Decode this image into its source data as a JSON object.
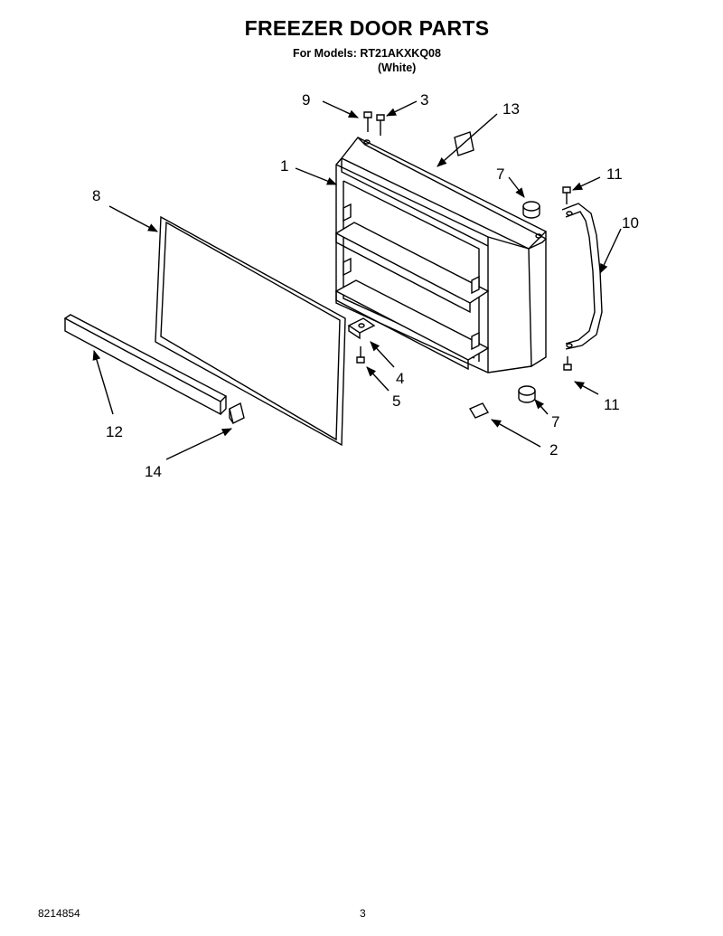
{
  "header": {
    "title": "FREEZER DOOR PARTS",
    "models": "For Models: RT21AKXKQ08",
    "color": "(White)"
  },
  "callouts": {
    "c1": "1",
    "c2": "2",
    "c3": "3",
    "c4": "4",
    "c5": "5",
    "c7_top": "7",
    "c7_bottom": "7",
    "c8": "8",
    "c9": "9",
    "c10": "10",
    "c11_top": "11",
    "c11_bottom": "11",
    "c12": "12",
    "c13": "13",
    "c14": "14"
  },
  "footer": {
    "doc_number": "8214854",
    "page_number": "3"
  }
}
